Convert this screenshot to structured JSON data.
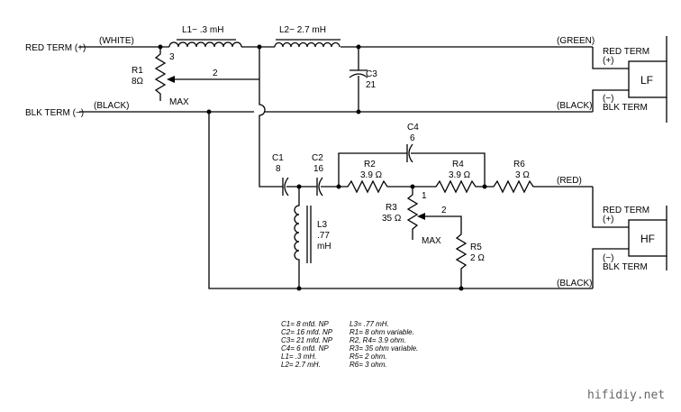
{
  "terminals": {
    "red_term_in": "RED TERM (+)",
    "blk_term_in": "BLK TERM (−)",
    "white": "(WHITE)",
    "black_in": "(BLACK)",
    "green": "(GREEN)",
    "black_lf": "(BLACK)",
    "red_hf": "(RED)",
    "black_hf": "(BLACK)"
  },
  "lf_speaker": {
    "label": "LF",
    "red_term": "RED TERM",
    "plus": "(+)",
    "minus": "(−)",
    "blk_term": "BLK TERM"
  },
  "hf_speaker": {
    "label": "HF",
    "red_term": "RED TERM",
    "plus": "(+)",
    "minus": "(−)",
    "blk_term": "BLK TERM"
  },
  "components": {
    "L1": "L1− .3 mH",
    "L2": "L2− 2.7 mH",
    "C3_name": "C3",
    "C3_value": "21",
    "R1_name": "R1",
    "R1_value": "8Ω",
    "R1_pin3": "3",
    "R1_pin2": "2",
    "R1_max": "MAX",
    "C1_name": "C1",
    "C1_value": "8",
    "C2_name": "C2",
    "C2_value": "16",
    "C4_name": "C4",
    "C4_value": "6",
    "R2_name": "R2",
    "R2_value": "3.9 Ω",
    "R4_name": "R4",
    "R4_value": "3.9 Ω",
    "R6_name": "R6",
    "R6_value": "3 Ω",
    "R3_name": "R3",
    "R3_value": "35 Ω",
    "R3_pin1": "1",
    "R3_pin2": "2",
    "R3_max": "MAX",
    "R5_name": "R5",
    "R5_value": "2 Ω",
    "L3_name": "L3",
    "L3_value": ".77",
    "L3_unit": "mH"
  },
  "legend": {
    "left": [
      "C1= 8 mfd. NP",
      "C2= 16 mfd. NP",
      "C3= 21 mfd. NP",
      "C4= 6 mfd. NP",
      "L1= .3 mH.",
      "L2= 2.7 mH."
    ],
    "right": [
      "L3= .77 mH.",
      "R1= 8 ohm variable.",
      "R2, R4= 3.9 ohm.",
      "R3= 35 ohm variable.",
      "R5= 2 ohm.",
      "R6= 3 ohm."
    ]
  },
  "watermark": "hifidiy.net"
}
